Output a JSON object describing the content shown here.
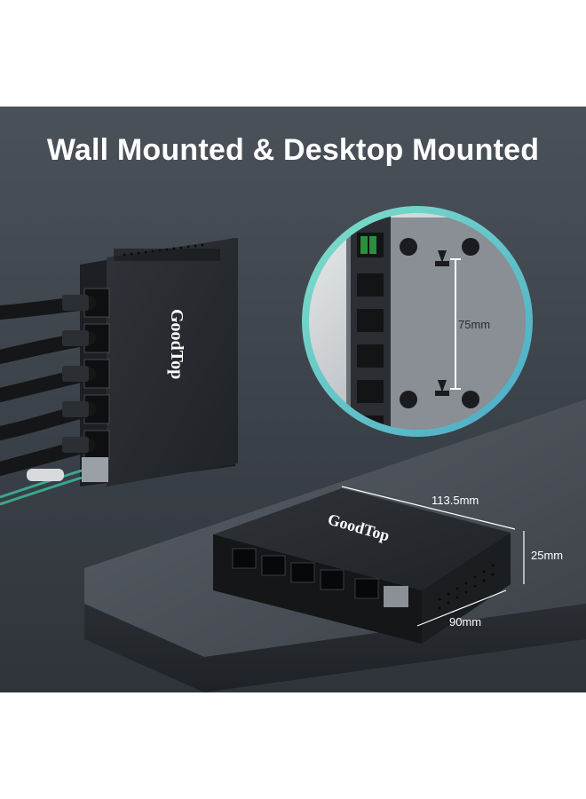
{
  "headline": "Wall Mounted & Desktop Mounted",
  "brand": "GoodTop",
  "dimensions": {
    "width": "113.5mm",
    "height": "25mm",
    "depth": "90mm",
    "mount_hole_spacing": "75mm"
  },
  "colors": {
    "background": "#3b4149",
    "device_body": "#2a2d31",
    "zoom_ring": "#5fc7b4",
    "headline_text": "#ffffff"
  }
}
